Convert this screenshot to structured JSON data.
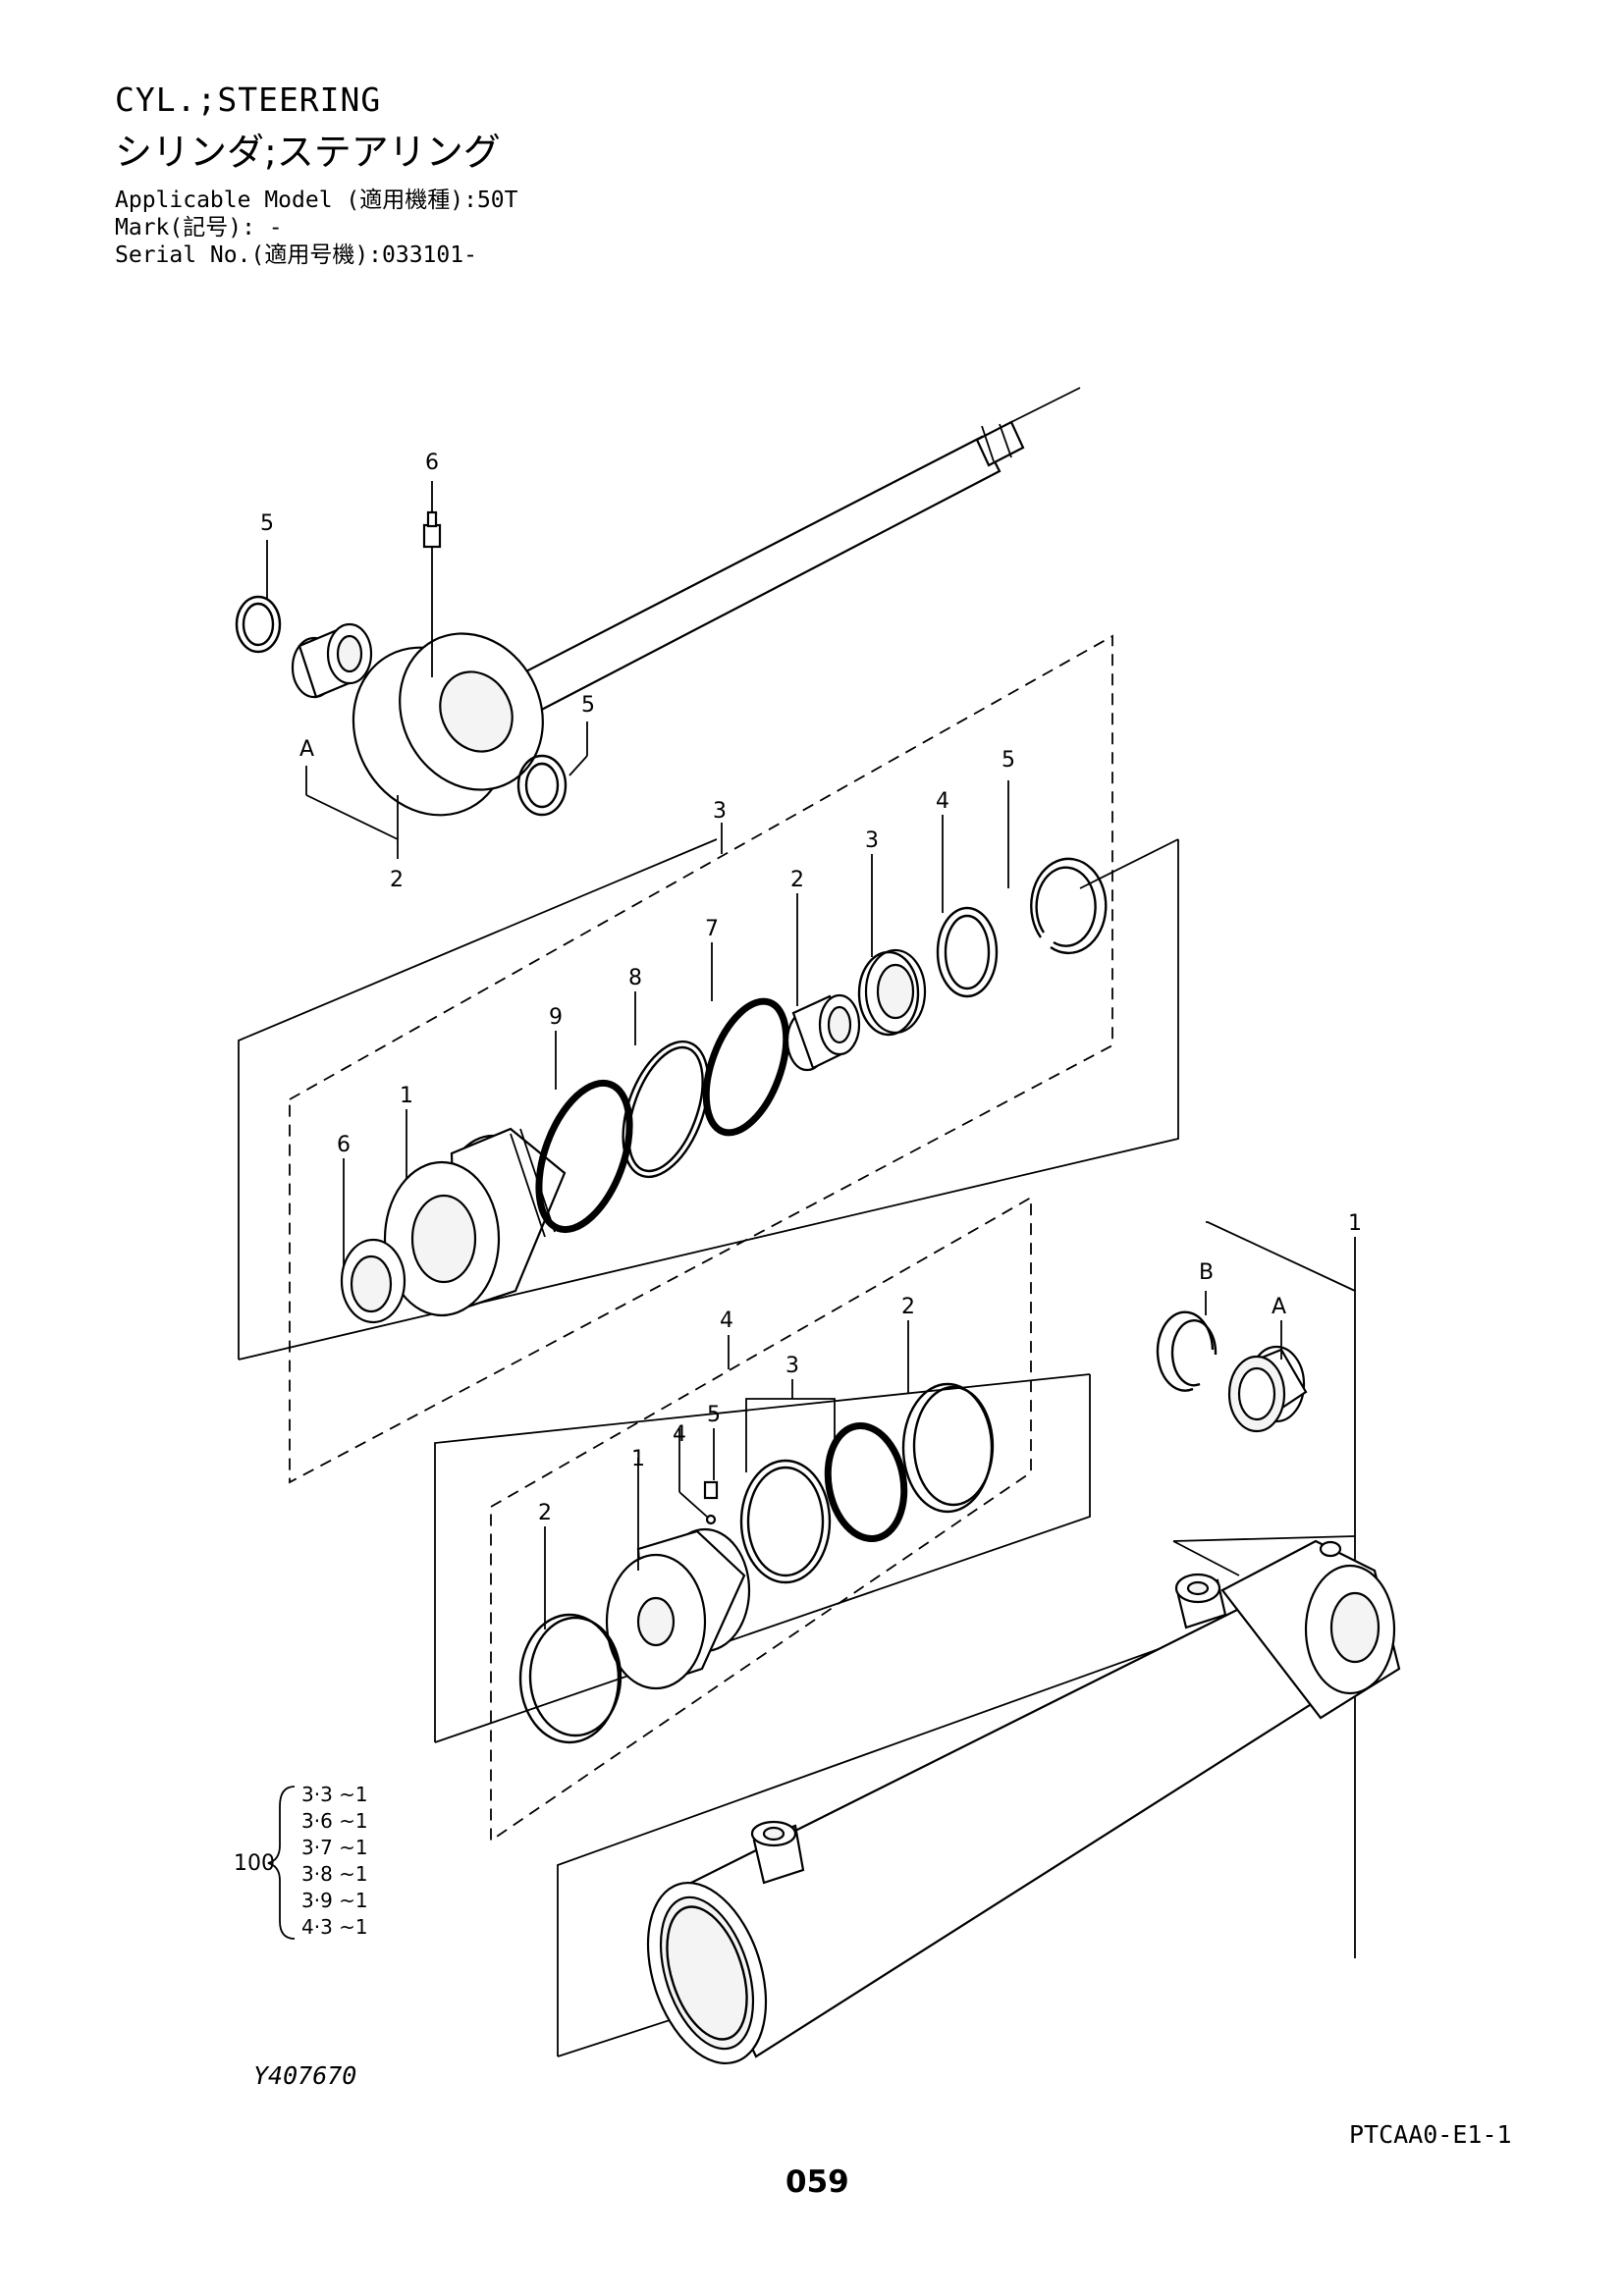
{
  "header": {
    "title_en": "CYL.;STEERING",
    "title_jp": "シリンダ;ステアリング",
    "applicable_model": "Applicable Model (適用機種):50T",
    "mark": "Mark(記号): -",
    "serial_no": "Serial No.(適用号機):033101-"
  },
  "callouts": {
    "rod": [
      "6",
      "5",
      "5",
      "A",
      "2"
    ],
    "gland_group": "3",
    "gland": [
      "2",
      "3",
      "4",
      "5",
      "7",
      "8",
      "9",
      "1",
      "6"
    ],
    "piston_group": "4",
    "piston": [
      "2",
      "3",
      "5",
      "4",
      "1",
      "2"
    ],
    "tube": [
      "1",
      "B",
      "A"
    ]
  },
  "seal_kit": {
    "number": "100",
    "items": [
      "3·3 ~1",
      "3·6 ~1",
      "3·7 ~1",
      "3·8 ~1",
      "3·9 ~1",
      "4·3 ~1"
    ]
  },
  "drawing_code": "Y407670",
  "doc_code": "PTCAA0-E1-1",
  "page_number": "059"
}
